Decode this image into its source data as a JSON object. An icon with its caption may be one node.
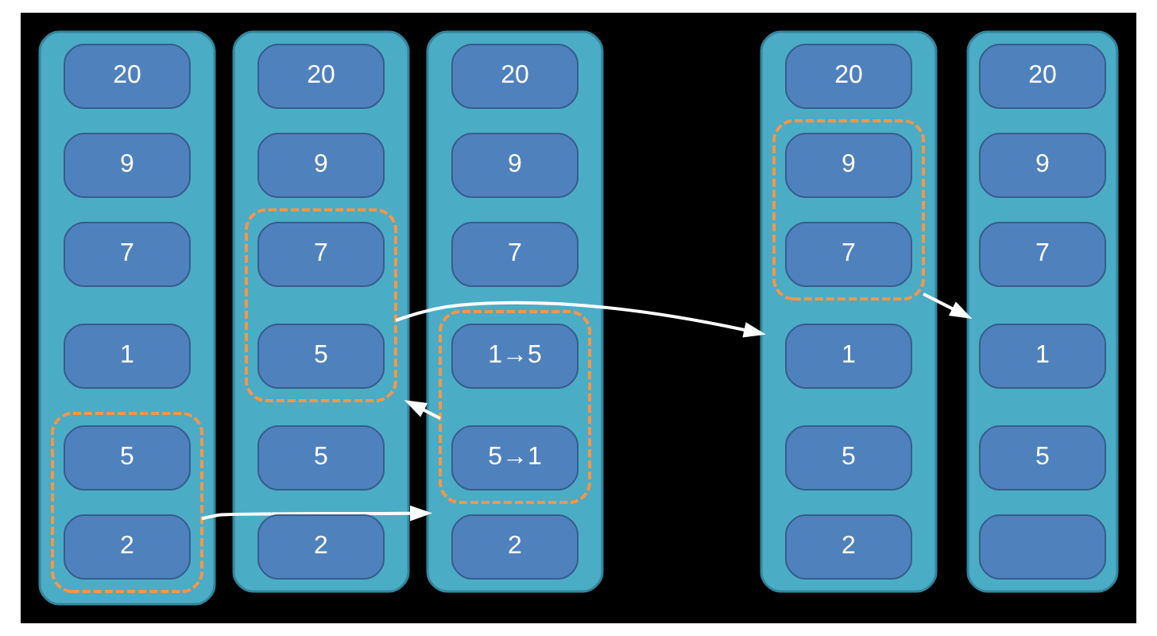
{
  "diagram": {
    "nodes": [
      {
        "text": [],
        "shape": "cylinder"
      },
      {
        "text": [
          "20"
        ],
        "in": 0
      },
      {
        "text": [
          "9"
        ],
        "in": 0
      },
      {
        "text": [
          "7"
        ],
        "in": 0
      },
      {
        "text": [
          "1"
        ],
        "in": 0
      },
      {
        "text": [],
        "shape": "box",
        "in": 0
      },
      {
        "text": [
          "5"
        ],
        "in": 5
      },
      {
        "text": [
          "2"
        ],
        "in": 5
      },
      {
        "text": [],
        "shape": "cylinder"
      },
      {
        "text": [
          "20"
        ],
        "in": 8
      },
      {
        "text": [
          "9"
        ],
        "in": 8
      },
      {
        "text": [
          "7"
        ],
        "in": 8
      },
      {
        "text": [],
        "shape": "box",
        "in": 8
      },
      {
        "text": [
          "1→5"
        ],
        "in": 12
      },
      {
        "text": [
          "5→1"
        ],
        "in": 12
      },
      {
        "text": [
          "2"
        ],
        "in": 8
      },
      {
        "text": [],
        "shape": "cylinder"
      },
      {
        "text": [
          "20"
        ],
        "in": 16
      },
      {
        "text": [
          "9"
        ],
        "in": 16
      },
      {
        "text": [],
        "shape": "box",
        "in": 16
      },
      {
        "text": [
          "7"
        ],
        "in": 19
      },
      {
        "text": [
          "5"
        ],
        "in": 19
      },
      {
        "text": [
          "5"
        ],
        "in": 16
      },
      {
        "text": [
          "2"
        ],
        "in": 16
      },
      {
        "text": [],
        "shape": "cylinder"
      },
      {
        "text": [
          "20"
        ],
        "in": 24
      },
      {
        "text": [],
        "shape": "box",
        "in": 24
      },
      {
        "text": [
          "9"
        ],
        "in": 26
      },
      {
        "text": [
          "7"
        ],
        "in": 26
      },
      {
        "text": [
          "1"
        ],
        "in": 24
      },
      {
        "text": [
          "5"
        ],
        "in": 24
      },
      {
        "text": [
          "2"
        ],
        "in": 24
      },
      {
        "text": [],
        "shape": "cylinder"
      },
      {
        "text": [
          "20"
        ],
        "in": 32
      },
      {
        "text": [
          "9"
        ],
        "in": 32
      },
      {
        "text": [
          "7"
        ],
        "in": 32
      },
      {
        "text": [
          "1"
        ],
        "in": 32
      },
      {
        "text": [
          "5"
        ],
        "in": 32
      },
      {
        "text": [],
        "shape": "box",
        "in": 32
      }
    ],
    "edges": [
      {
        "from": 5,
        "to": 8,
        "arrow": "to"
      },
      {
        "from": 12,
        "to": 16,
        "arrow": "to"
      },
      {
        "from": 19,
        "to": 24,
        "arrow": "to"
      },
      {
        "from": 26,
        "to": 32,
        "arrow": "to"
      }
    ]
  }
}
